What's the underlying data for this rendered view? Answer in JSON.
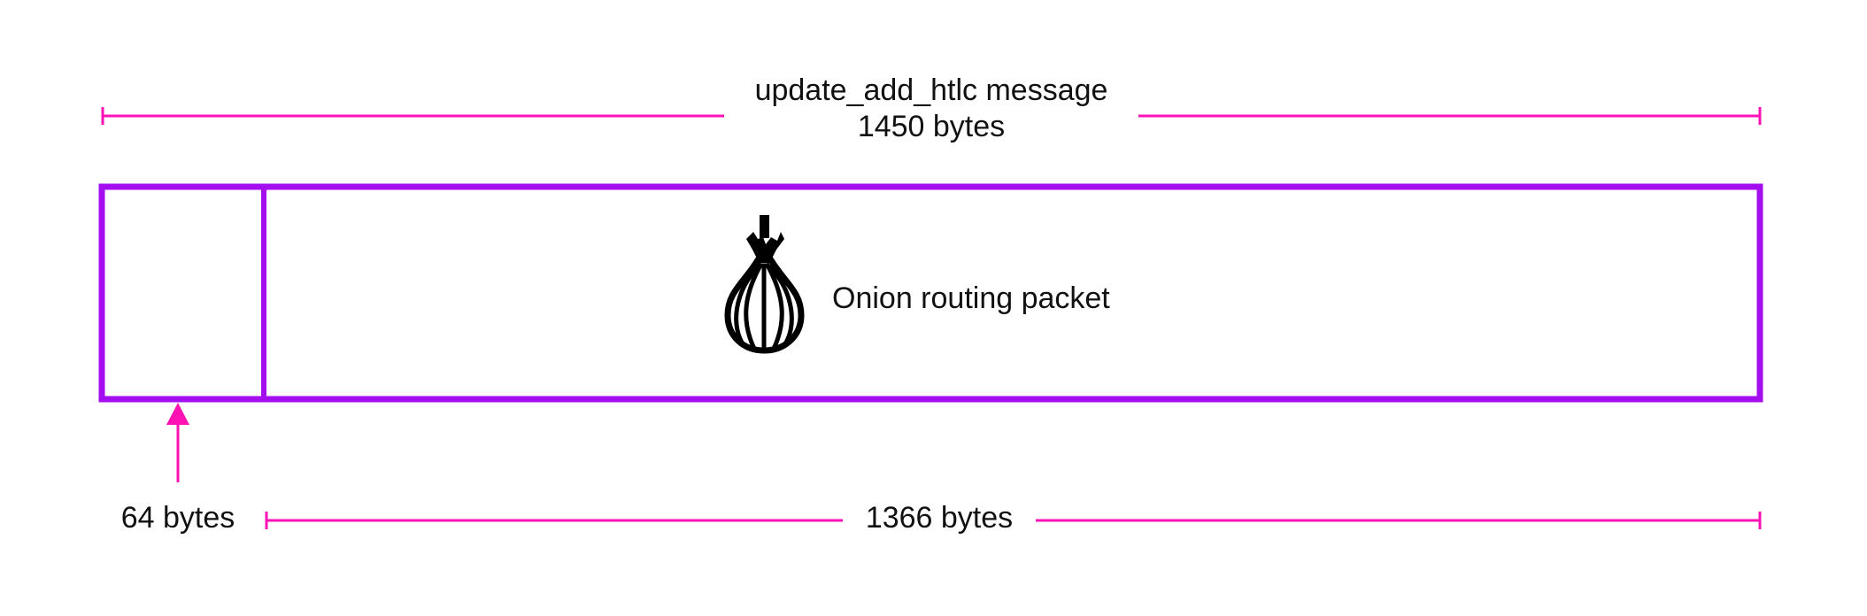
{
  "message": {
    "title": "update_add_htlc message",
    "size": "1450 bytes"
  },
  "packet": {
    "label": "Onion routing packet",
    "icon": "onion-icon"
  },
  "segments": {
    "left_size": "64 bytes",
    "right_size": "1366 bytes"
  },
  "colors": {
    "accent": "#ff12b4",
    "box": "#a40ff0",
    "text": "#111111"
  }
}
